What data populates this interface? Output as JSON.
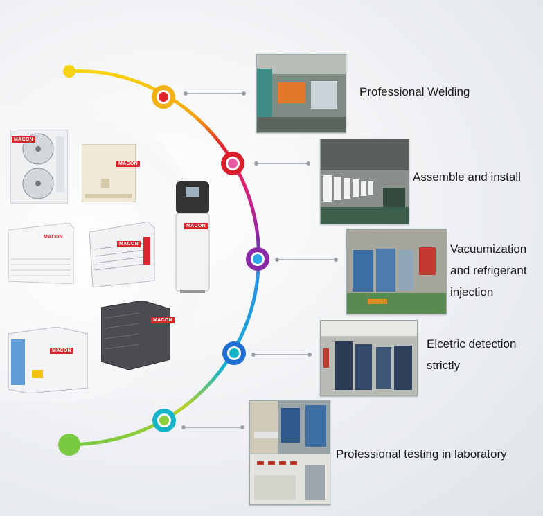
{
  "brand_label": "MACON",
  "steps": [
    {
      "caption": "Professional Welding"
    },
    {
      "caption": "Assemble and install"
    },
    {
      "caption": "Vacuumization\nand refrigerant\ninjection"
    },
    {
      "caption": "Elcetric detection\nstrictly"
    },
    {
      "caption": "Professional testing in laboratory"
    }
  ],
  "colors": {
    "arc_yellow": "#f6d414",
    "arc_red": "#d81f2c",
    "arc_magenta": "#d8207a",
    "arc_purple": "#8a2aa6",
    "arc_blue": "#1fa0e0",
    "arc_cyan": "#16b3c8",
    "arc_green": "#7ac943",
    "brand_red": "#d8262c"
  }
}
